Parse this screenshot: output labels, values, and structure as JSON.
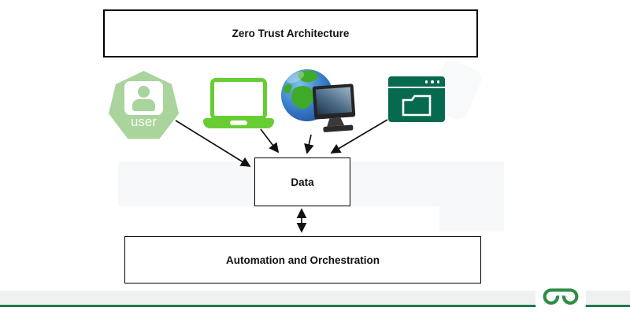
{
  "diagram": {
    "title_box": {
      "label": "Zero Trust Architecture"
    },
    "sources": [
      {
        "icon": "user-heptagon-icon",
        "label": "user"
      },
      {
        "icon": "laptop-icon"
      },
      {
        "icon": "globe-with-monitor-icon"
      },
      {
        "icon": "folder-window-icon"
      }
    ],
    "data_box": {
      "label": "Data"
    },
    "automation_box": {
      "label": "Automation and Orchestration"
    },
    "edges": [
      {
        "from": "user-heptagon-icon",
        "to": "data_box",
        "arrow": "single"
      },
      {
        "from": "laptop-icon",
        "to": "data_box",
        "arrow": "single"
      },
      {
        "from": "globe-with-monitor-icon",
        "to": "data_box",
        "arrow": "single"
      },
      {
        "from": "folder-window-icon",
        "to": "data_box",
        "arrow": "single"
      },
      {
        "from": "data_box",
        "to": "automation_box",
        "arrow": "double"
      }
    ]
  },
  "footer": {
    "logo_icon": "geeksforgeeks-logo"
  },
  "colors": {
    "box_border": "#000000",
    "arrow": "#111111",
    "user_icon_green": "#a9d49c",
    "laptop_green": "#68cd33",
    "window_green": "#076a4f",
    "globe_blue": "#2f6fc0",
    "globe_land_green": "#3faa28",
    "footer_rule_green": "#1e7a4b",
    "logo_green": "#2f8d46"
  }
}
